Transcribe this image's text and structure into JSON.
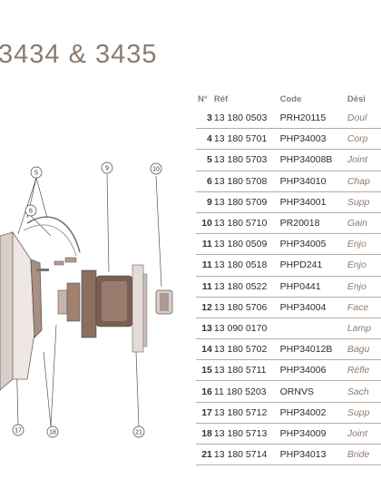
{
  "title": "3434 & 3435",
  "table": {
    "headers": {
      "no": "N°",
      "ref": "Réf",
      "code": "Code",
      "designation": "Dési"
    },
    "rows": [
      {
        "no": "3",
        "ref": "13 180 0503",
        "code": "PRH20115",
        "designation": "Doul"
      },
      {
        "no": "4",
        "ref": "13 180 5701",
        "code": "PHP34003",
        "designation": "Corp"
      },
      {
        "no": "5",
        "ref": "13 180 5703",
        "code": "PHP34008B",
        "designation": "Joint"
      },
      {
        "no": "6",
        "ref": "13 180 5708",
        "code": "PHP34010",
        "designation": "Chap"
      },
      {
        "no": "9",
        "ref": "13 180 5709",
        "code": "PHP34001",
        "designation": "Supp"
      },
      {
        "no": "10",
        "ref": "13 180 5710",
        "code": "PR20018",
        "designation": "Gain"
      },
      {
        "no": "11",
        "ref": "13 180 0509",
        "code": "PHP34005",
        "designation": "Enjo"
      },
      {
        "no": "11",
        "ref": "13 180 0518",
        "code": "PHPD241",
        "designation": "Enjo"
      },
      {
        "no": "11",
        "ref": "13 180 0522",
        "code": "PHP0441",
        "designation": "Enjo"
      },
      {
        "no": "12",
        "ref": "13 180 5706",
        "code": "PHP34004",
        "designation": "Face"
      },
      {
        "no": "13",
        "ref": "13 090 0170",
        "code": "",
        "designation": "Lamp"
      },
      {
        "no": "14",
        "ref": "13 180 5702",
        "code": "PHP34012B",
        "designation": "Bagu"
      },
      {
        "no": "15",
        "ref": "13 180 5711",
        "code": "PHP34006",
        "designation": "Réfle"
      },
      {
        "no": "16",
        "ref": "11 180 5203",
        "code": "ORNVS",
        "designation": "Sach"
      },
      {
        "no": "17",
        "ref": "13 180 5712",
        "code": "PHP34002",
        "designation": "Supp"
      },
      {
        "no": "18",
        "ref": "13 180 5713",
        "code": "PHP34009",
        "designation": "Joint"
      },
      {
        "no": "21",
        "ref": "13 180 5714",
        "code": "PHP34013",
        "designation": "Bride"
      }
    ]
  },
  "diagram": {
    "callouts": [
      "5",
      "9",
      "10",
      "6",
      "17",
      "18",
      "21"
    ]
  },
  "colors": {
    "accent": "#8c7b70",
    "line": "#b8aba3",
    "part": "#8a6e60"
  }
}
